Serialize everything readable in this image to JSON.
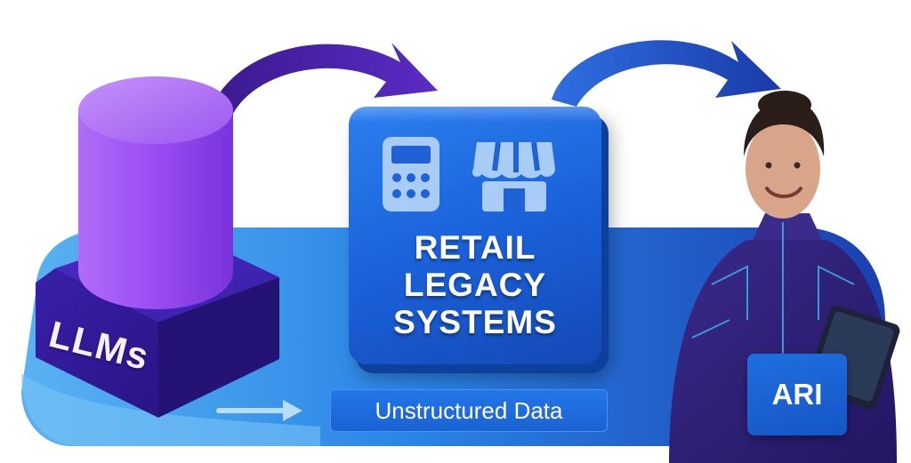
{
  "nodes": {
    "llms": {
      "label": "LLMs"
    },
    "retail": {
      "title_lines": [
        "RETAIL",
        "LEGACY",
        "SYSTEMS"
      ]
    },
    "ari": {
      "label": "ARI"
    }
  },
  "flow": {
    "data_label": "Unstructured Data"
  },
  "colors": {
    "llm_cylinder": "#9b4df5",
    "llm_base": "#3b1fb0",
    "retail_box": "#1a5fd8",
    "ari_badge": "#1a62d4",
    "arrow_purple": "#3f1d9e",
    "arrow_blue": "#1a3fae",
    "backdrop": "#1e7ae4"
  },
  "icons": [
    "calculator-icon",
    "storefront-icon",
    "arrow-right-icon"
  ]
}
